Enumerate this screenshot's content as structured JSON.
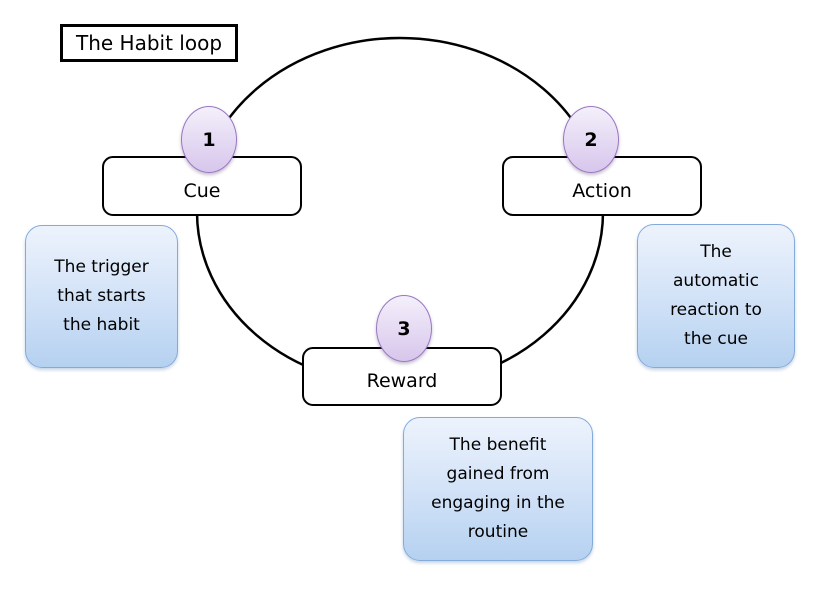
{
  "title": {
    "label": "The Habit loop"
  },
  "loop": {
    "steps": [
      {
        "number": "1",
        "label": "Cue",
        "description_lines": [
          "The trigger",
          "that starts",
          "the habit"
        ]
      },
      {
        "number": "2",
        "label": "Action",
        "description_lines": [
          "The",
          "automatic",
          "reaction to",
          "the cue"
        ]
      },
      {
        "number": "3",
        "label": "Reward",
        "description_lines": [
          "The benefit",
          "gained from",
          "engaging in the",
          "routine"
        ]
      }
    ]
  },
  "colors": {
    "line": "#000000",
    "node_fill": "#ffffff",
    "node_border": "#000000",
    "badge_fill_top": "#f4f0fb",
    "badge_fill_bottom": "#d7c6ec",
    "badge_border": "#9a77c0",
    "callout_fill_top": "#edf3fc",
    "callout_fill_bottom": "#b5d1f0",
    "callout_border": "#84aadb",
    "text": "#000000"
  }
}
